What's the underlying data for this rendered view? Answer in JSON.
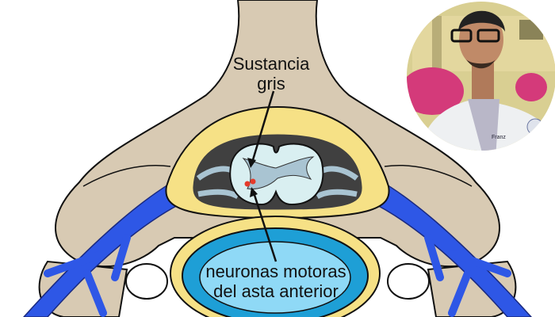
{
  "labels": {
    "gray_matter": [
      "Sustancia",
      "gris"
    ],
    "motor_neurons": [
      "neuronas motoras",
      "del asta anterior"
    ]
  },
  "photo": {
    "badge_text": "Franz"
  },
  "colors": {
    "bone": "#d8cab3",
    "ligament": "#f6e186",
    "nerve": "#2e57e6",
    "disc_outer": "#1e9fd6",
    "disc_inner": "#8fd9f6",
    "cord": "#d9eff1",
    "gray_matter": "#a9c4d2",
    "dura": "#404040",
    "neuron": "#e53a2a"
  }
}
